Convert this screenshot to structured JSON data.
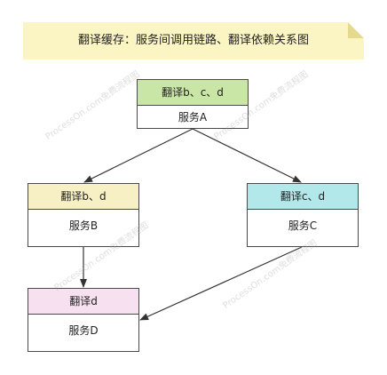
{
  "title": "翻译缓存：服务间调用链路、翻译依赖关系图",
  "colors": {
    "banner_bg": "#fbf4c3",
    "header_a": "#c9e6a6",
    "header_b": "#f7f0c4",
    "header_c": "#b3e8ea",
    "header_d": "#f7e0ef",
    "line": "#333333",
    "border": "#4a4a4a"
  },
  "services": {
    "a": {
      "header": "翻译b、c、d",
      "name": "服务A"
    },
    "b": {
      "header": "翻译b、d",
      "name": "服务B"
    },
    "c": {
      "header": "翻译c、d",
      "name": "服务C"
    },
    "d": {
      "header": "翻译d",
      "name": "服务D"
    }
  },
  "watermark": "ProcessOn.com免费流程图"
}
